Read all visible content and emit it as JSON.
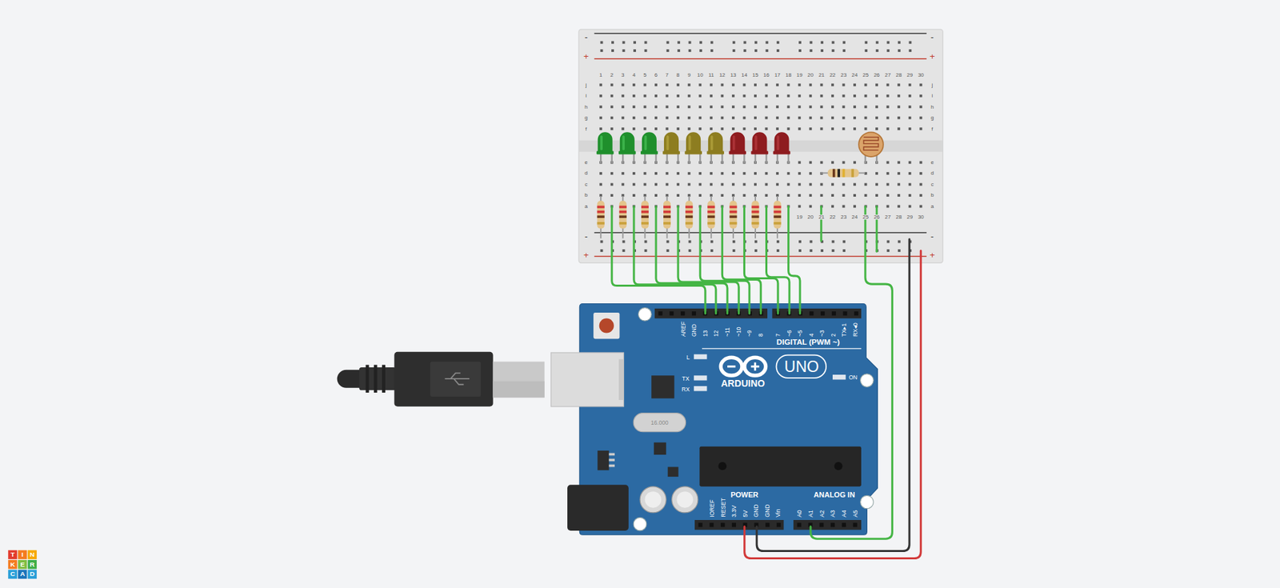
{
  "diagram": {
    "labels": [
      "T",
      "I",
      "N",
      "K",
      "E",
      "R",
      "C",
      "A",
      "D",
      "-",
      "+",
      "-",
      "+",
      "-",
      "+",
      "-",
      "+",
      "1",
      "2",
      "3",
      "4",
      "5",
      "6",
      "7",
      "8",
      "9",
      "10",
      "11",
      "12",
      "13",
      "14",
      "15",
      "16",
      "17",
      "18",
      "19",
      "20",
      "21",
      "22",
      "23",
      "24",
      "25",
      "26",
      "27",
      "28",
      "29",
      "30",
      "19",
      "20",
      "21",
      "22",
      "23",
      "24",
      "25",
      "26",
      "27",
      "28",
      "29",
      "30",
      "j",
      "i",
      "h",
      "g",
      "f",
      "j",
      "i",
      "h",
      "g",
      "f",
      "e",
      "d",
      "c",
      "b",
      "a",
      "e",
      "d",
      "c",
      "b",
      "a",
      "AREF",
      "GND",
      "13",
      "12",
      "~11",
      "~10",
      "~9",
      "8",
      "7",
      "~6",
      "~5",
      "4",
      "~3",
      "2",
      "TX▸1",
      "RX◂0",
      "DIGITAL (PWM ~)",
      "L",
      "TX",
      "RX",
      "ARDUINO",
      "UNO",
      "ON",
      "16.000",
      "IOREF",
      "RESET",
      "3.3V",
      "5V",
      "GND",
      "GND",
      "Vin",
      "POWER",
      "A0",
      "A1",
      "A2",
      "A3",
      "A4",
      "A5",
      "ANALOG IN"
    ]
  }
}
